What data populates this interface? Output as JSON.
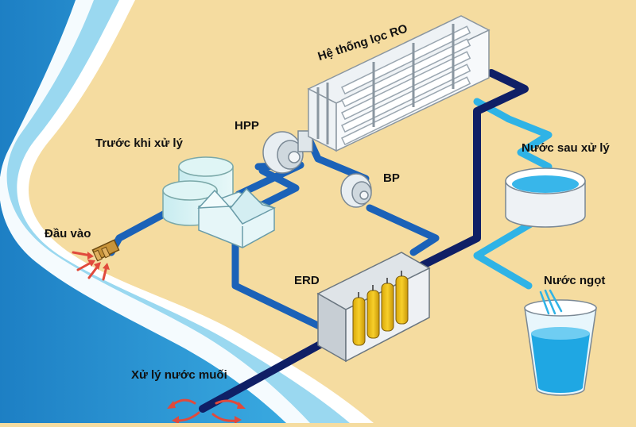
{
  "labels": {
    "inlet": "Đầu vào",
    "pretreatment": "Trước khi xử lý",
    "hpp": "HPP",
    "ro_system": "Hệ thống lọc RO",
    "bp": "BP",
    "erd": "ERD",
    "treated_water": "Nước sau xử lý",
    "fresh_water": "Nước ngọt",
    "brine_discharge": "Xử lý nước muối"
  },
  "colors": {
    "sea_deep": "#1d8fd0",
    "sea_light": "#8fd3ef",
    "sand": "#f5dca0",
    "pipe_feed": "#1b62b8",
    "pipe_brine": "#0f1f66",
    "pipe_fresh": "#2fb3e6",
    "flow_arrow": "#e04a3c"
  }
}
